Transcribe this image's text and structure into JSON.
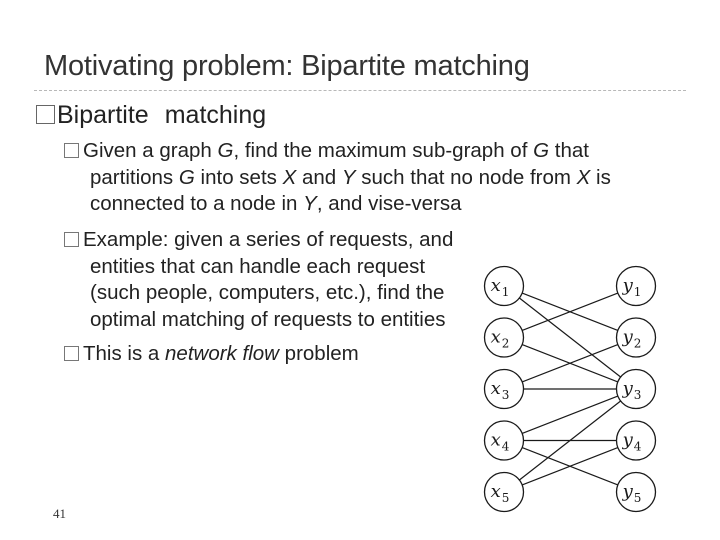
{
  "slide": {
    "title": "Motivating problem: Bipartite matching",
    "level1": {
      "word1": "Bipartite",
      "word2": "matching"
    },
    "bullets": [
      {
        "lines": [
          {
            "parts": [
              "Given a graph ",
              "G",
              ", find the maximum sub-graph of ",
              "G",
              " that"
            ]
          },
          {
            "parts": [
              "partitions ",
              "G",
              " into sets ",
              "X",
              " and ",
              "Y",
              " such that no node from ",
              "X",
              " is"
            ]
          },
          {
            "parts": [
              "connected to a node in ",
              "Y",
              ", and vise-versa"
            ]
          }
        ]
      },
      {
        "lines": [
          {
            "text": "Example: given a series of requests, and"
          },
          {
            "text": "entities that can handle each request"
          },
          {
            "text": "(such people, computers, etc.), find the"
          },
          {
            "text": "optimal matching of requests to entities"
          }
        ]
      },
      {
        "lines": [
          {
            "parts": [
              "This is a ",
              "network flow",
              " problem"
            ]
          }
        ]
      }
    ],
    "slide_number": "41"
  },
  "graph": {
    "left_nodes": [
      "x1",
      "x2",
      "x3",
      "x4",
      "x5"
    ],
    "right_nodes": [
      "y1",
      "y2",
      "y3",
      "y4",
      "y5"
    ],
    "edges": [
      [
        "x1",
        "y2"
      ],
      [
        "x1",
        "y3"
      ],
      [
        "x2",
        "y1"
      ],
      [
        "x2",
        "y3"
      ],
      [
        "x3",
        "y2"
      ],
      [
        "x3",
        "y3"
      ],
      [
        "x4",
        "y3"
      ],
      [
        "x4",
        "y4"
      ],
      [
        "x4",
        "y5"
      ],
      [
        "x5",
        "y3"
      ],
      [
        "x5",
        "y4"
      ]
    ]
  }
}
